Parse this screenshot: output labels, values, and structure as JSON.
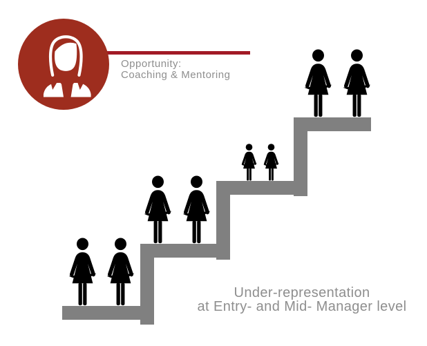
{
  "colors": {
    "figure_red": "#9E2D1E",
    "accent_line": "#A21A26",
    "step_gray": "#808080",
    "text_gray": "#8E8E8E",
    "background": "#FFFFFF",
    "icon_white": "#FFFFFF"
  },
  "callout": {
    "icon": "businesswoman-icon",
    "line1": "Opportunity:",
    "line2": "Coaching & Mentoring"
  },
  "caption": {
    "line1": "Under-representation",
    "line2": "at Entry- and Mid- Manager level"
  },
  "chart_data": {
    "type": "pictogram",
    "title": "Career-ladder staircase pictogram",
    "steps": [
      {
        "position": 1,
        "women": 2,
        "icon_size": "large"
      },
      {
        "position": 2,
        "women": 2,
        "icon_size": "large"
      },
      {
        "position": 3,
        "women": 2,
        "icon_size": "small"
      },
      {
        "position": 4,
        "women": 2,
        "icon_size": "large"
      }
    ],
    "annotations": [
      "Opportunity: Coaching & Mentoring",
      "Under-representation at Entry- and Mid- Manager level"
    ]
  }
}
